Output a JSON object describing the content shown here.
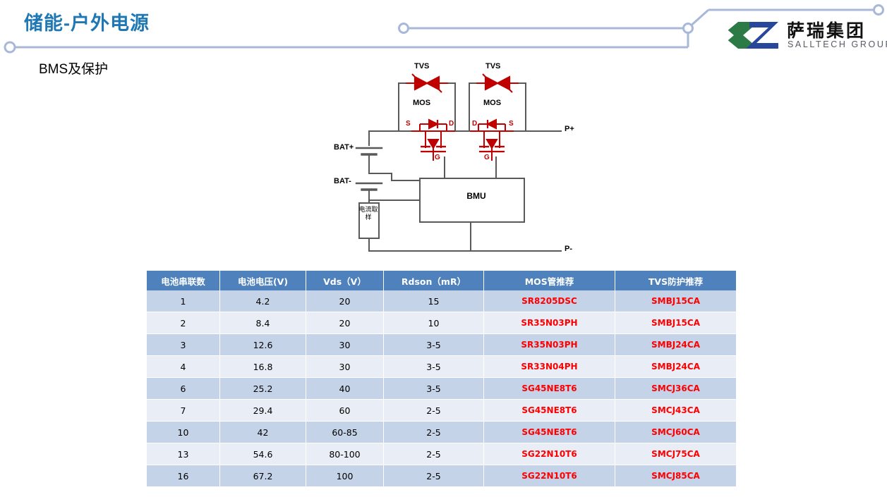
{
  "header": {
    "title": "储能-户外电源",
    "subtitle": "BMS及保护",
    "line_color": "#A9B8D8",
    "title_color": "#1F78B4"
  },
  "logo": {
    "name_cn": "萨瑞集团",
    "name_en": "SALLTECH GROUP",
    "green": "#2C7A46",
    "blue": "#27479B"
  },
  "circuit": {
    "tvs_left": "TVS",
    "tvs_right": "TVS",
    "mos_left": "MOS",
    "mos_right": "MOS",
    "mos_left_s": "S",
    "mos_left_d": "D",
    "mos_left_g": "G",
    "mos_right_d": "D",
    "mos_right_s": "S",
    "mos_right_g": "G",
    "bat_plus": "BAT+",
    "bat_minus": "BAT-",
    "p_plus": "P+",
    "p_minus": "P-",
    "bmu": "BMU",
    "shunt": "电流取样",
    "wire_color": "#595959",
    "device_color": "#C00000"
  },
  "table": {
    "headers": [
      "电池串联数",
      "电池电压(V)",
      "Vds（V）",
      "Rdson（mR）",
      "MOS管推荐",
      "TVS防护推荐"
    ],
    "header_bg": "#4F82BD",
    "row_odd_bg": "#C5D3E8",
    "row_even_bg": "#E9EDF5",
    "part_color": "#FF0000",
    "rows": [
      {
        "cells": [
          "1",
          "4.2",
          "20",
          "15",
          "SR8205DSC",
          "SMBJ15CA"
        ]
      },
      {
        "cells": [
          "2",
          "8.4",
          "20",
          "10",
          "SR35N03PH",
          "SMBJ15CA"
        ]
      },
      {
        "cells": [
          "3",
          "12.6",
          "30",
          "3-5",
          "SR35N03PH",
          "SMBJ24CA"
        ]
      },
      {
        "cells": [
          "4",
          "16.8",
          "30",
          "3-5",
          "SR33N04PH",
          "SMBJ24CA"
        ]
      },
      {
        "cells": [
          "6",
          "25.2",
          "40",
          "3-5",
          "SG45NE8T6",
          "SMCJ36CA"
        ]
      },
      {
        "cells": [
          "7",
          "29.4",
          "60",
          "2-5",
          "SG45NE8T6",
          "SMCJ43CA"
        ]
      },
      {
        "cells": [
          "10",
          "42",
          "60-85",
          "2-5",
          "SG45NE8T6",
          "SMCJ60CA"
        ]
      },
      {
        "cells": [
          "13",
          "54.6",
          "80-100",
          "2-5",
          "SG22N10T6",
          "SMCJ75CA"
        ]
      },
      {
        "cells": [
          "16",
          "67.2",
          "100",
          "2-5",
          "SG22N10T6",
          "SMCJ85CA"
        ]
      }
    ]
  }
}
